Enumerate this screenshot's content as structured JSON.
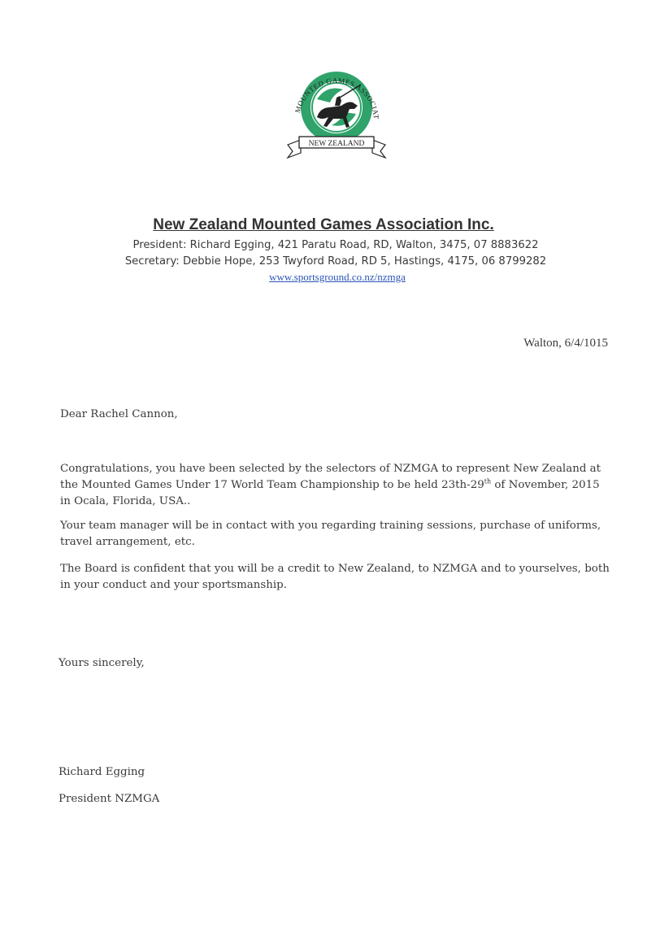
{
  "logo": {
    "arc_text": "MOUNTED GAMES ASSOCIATION",
    "banner_text": "NEW ZEALAND",
    "color_green": "#2fa36a",
    "color_dark": "#222222"
  },
  "header": {
    "org_name": "New Zealand Mounted Games Association Inc.",
    "president_line": "President: Richard Egging, 421 Paratu Road, RD, Walton, 3475, 07 8883622",
    "secretary_line": "Secretary: Debbie Hope, 253 Twyford Road, RD 5, Hastings, 4175, 06 8799282",
    "website": "www.sportsground.co.nz/nzmga"
  },
  "letter": {
    "place_date": "Walton, 6/4/1015",
    "salutation": "Dear Rachel Cannon,",
    "p1": {
      "line1": "Congratulations, you have been selected by the selectors of NZMGA to represent New Zealand at",
      "line2_pre": "the Mounted Games Under 17 World Team Championship  to be held 23th-29",
      "line2_sup": "th",
      "line2_post": " of November, 2015",
      "line3": "in  Ocala, Florida, USA.."
    },
    "p2": {
      "line1": "Your team manager will be in contact with you regarding training sessions, purchase of uniforms,",
      "line2": "travel arrangement, etc."
    },
    "p3": {
      "line1": "The Board is confident that you will be a credit to New Zealand, to NZMGA and to yourselves, both",
      "line2": "in your conduct and your sportsmanship."
    },
    "closing": "Yours sincerely,",
    "signatory_name": "Richard Egging",
    "signatory_title": "President NZMGA"
  }
}
